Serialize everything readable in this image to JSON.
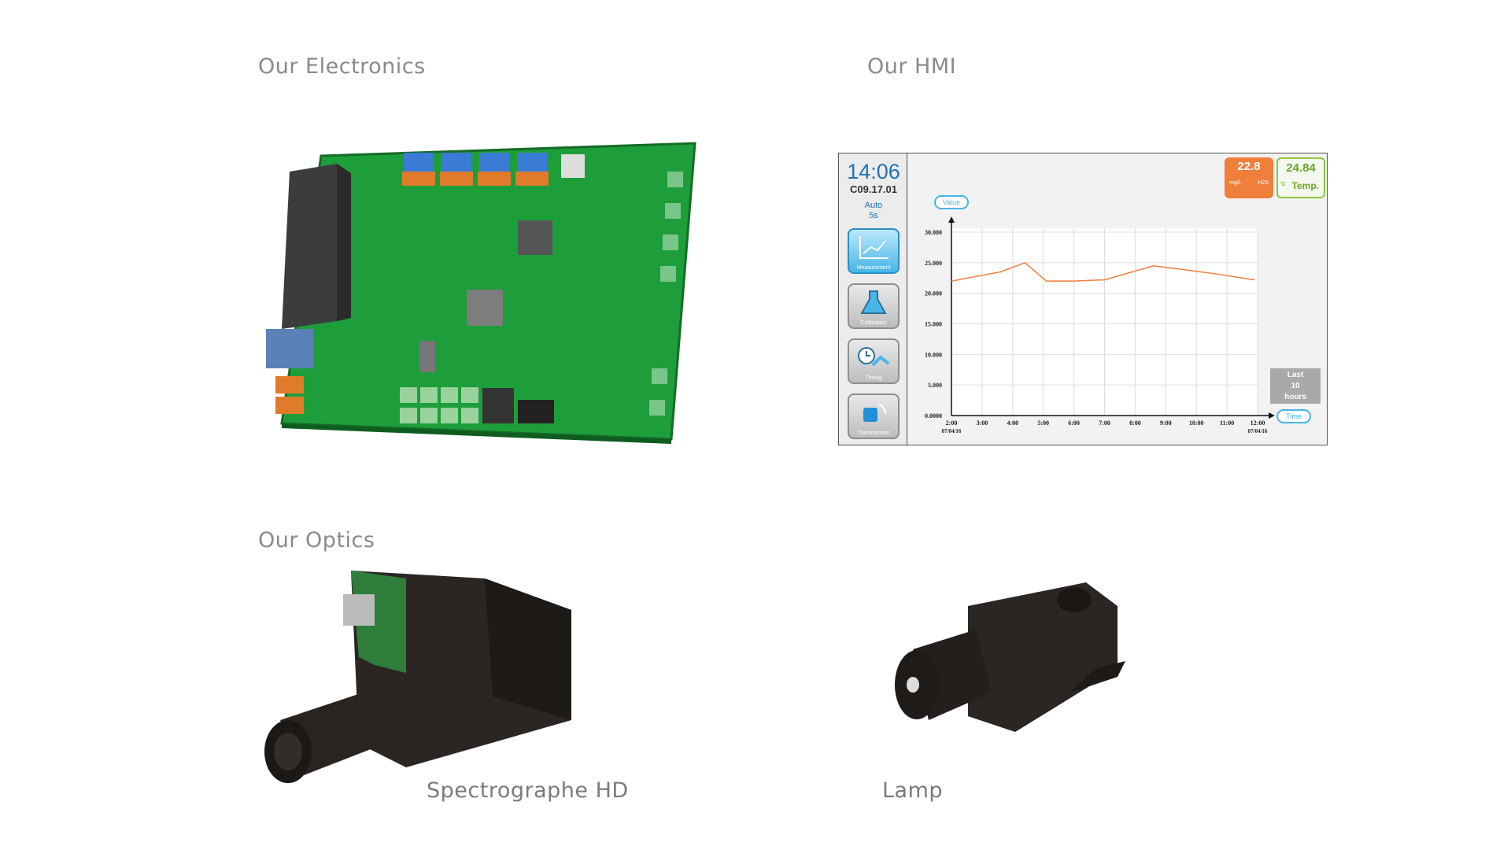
{
  "headings": {
    "electronics": "Our Electronics",
    "hmi": "Our HMI",
    "optics": "Our Optics"
  },
  "captions": {
    "spectrographe": "Spectrographe HD",
    "lamp": "Lamp"
  },
  "hmi": {
    "time": "14:06",
    "code": "C09.17.01",
    "mode": "Auto",
    "interval": "5s",
    "buttons": [
      "Measurement",
      "Calibration",
      "Timing",
      "Transmission"
    ],
    "badge_primary": {
      "value": "22.8",
      "unit": "mg/L",
      "name": "H2S"
    },
    "badge_secondary": {
      "value": "24.84",
      "unit": "°C",
      "name": "Temp."
    },
    "value_pill": "Value",
    "time_pill": "Time",
    "range_box": [
      "Last",
      "10",
      "hours"
    ],
    "colors": {
      "accent": "#49b4e4",
      "line": "#f07f3c",
      "ok": "#8dc63f"
    }
  },
  "chart_data": {
    "type": "line",
    "x": [
      "2:00",
      "3:00",
      "4:00",
      "5:00",
      "6:00",
      "7:00",
      "8:00",
      "9:00",
      "10:00",
      "11:00",
      "12:00"
    ],
    "x_dates": {
      "start": "07/04/16",
      "end": "07/04/16"
    },
    "series": [
      {
        "values": [
          22.0,
          23.5,
          25.0,
          22.0,
          22.0,
          22.2,
          24.5,
          24.0,
          23.2,
          22.2
        ]
      }
    ],
    "series_x": [
      2.0,
      3.6,
      4.4,
      5.1,
      6.0,
      7.0,
      8.6,
      9.4,
      10.6,
      11.9
    ],
    "yticks": [
      "0.0000",
      "5.000",
      "10.000",
      "15.000",
      "20.000",
      "25.000",
      "30.000"
    ],
    "ylim": [
      0,
      30
    ],
    "xlim": [
      2,
      12
    ],
    "grid": true
  }
}
